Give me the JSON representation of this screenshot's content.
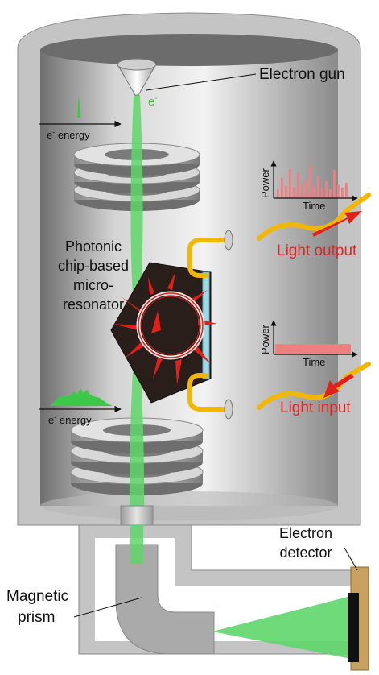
{
  "labels": {
    "electron_gun": "Electron gun",
    "electron_symbol": "e",
    "electron_superscript": "-",
    "energy_top_e": "e",
    "energy_top_sup": "-",
    "energy_top_word": " energy",
    "energy_bottom_e": "e",
    "energy_bottom_sup": "-",
    "energy_bottom_word": " energy",
    "resonator_line1": "Photonic",
    "resonator_line2": "chip-based",
    "resonator_line3": "micro-",
    "resonator_line4": "resonator",
    "power_top": "Power",
    "time_top": "Time",
    "light_output": "Light output",
    "power_bottom": "Power",
    "time_bottom": "Time",
    "light_input": "Light input",
    "detector_line1": "Electron",
    "detector_line2": "detector",
    "prism_line1": "Magnetic",
    "prism_line2": "prism"
  },
  "colors": {
    "chamber": "#b9b9b9",
    "chamber_inner": "#8f8f8f",
    "beam": "#5fd66a",
    "spectrum": "#3ec84a",
    "chip": "#2a1e1a",
    "ring": "#e8e8e8",
    "waveguide": "#9fd8e6",
    "fiber": "#f2b705",
    "arrow_red": "#e0201b",
    "text_red": "#e32424",
    "pulses": "#f08080",
    "detector_body": "#c8a060",
    "detector_plate": "#111111"
  },
  "plots": {
    "output_pulses": [
      0.25,
      0.6,
      0.35,
      0.9,
      0.3,
      0.75,
      0.4,
      0.55,
      1.0,
      0.35,
      0.65,
      0.3,
      0.5,
      0.25,
      0.85,
      0.4,
      0.3,
      0.45
    ],
    "input_level": 0.35
  }
}
